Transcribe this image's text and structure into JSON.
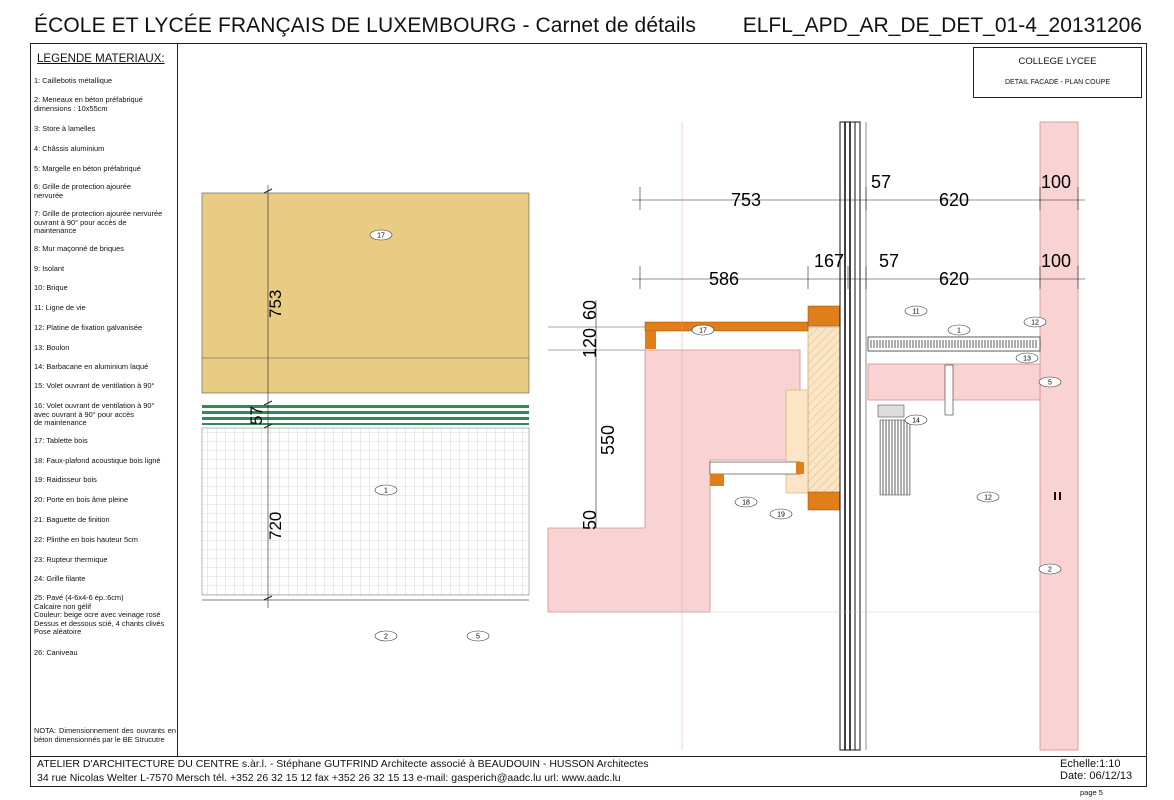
{
  "header": {
    "title": "ÉCOLE ET LYCÉE FRANÇAIS DE LUXEMBOURG - Carnet de détails",
    "code": "ELFL_APD_AR_DE_DET_01-4_20131206"
  },
  "info_box": {
    "line1": "COLLEGE LYCEE",
    "line2": "DETAIL FACADE - PLAN COUPE"
  },
  "legend": {
    "title": "LEGENDE MATERIAUX:",
    "items": [
      "1:  Caillebotis métallique",
      "2:  Meneaux en béton préfabriqué\n       dimensions : 10x55cm",
      "3:  Store à lamelles",
      "4:  Châssis aluminium",
      "5:  Margelle en béton préfabriqué",
      "6:  Grille de protection ajourée\n       nervurée",
      "7:  Grille de protection ajourée nervurée\n       ouvrant à 90° pour accès de\n       maintenance",
      "8:  Mur maçonné de briques",
      "9:  Isolant",
      "10:  Brique",
      "11:  Ligne de vie",
      "12:  Platine de fixation galvanisée",
      "13:  Boulon",
      "14:  Barbacane en aluminium laqué",
      "15:  Volet ouvrant de ventilation à 90°",
      "16:  Volet ouvrant de ventilation à 90°\n       avec ouvrant à 90° pour accès\n       de maintenance",
      "17:  Tablette bois",
      "18:  Faux-plafond acoustique bois ligné",
      "19:  Raidisseur bois",
      "20:  Porte en bois âme pleine",
      "21:  Baguette de finition",
      "22:  Plinthe en bois hauteur 5cm",
      "23:  Rupteur thermique",
      "24:  Grille filante",
      "25:  Pavé (4-6x4-6 ép.:6cm)\nCalcaire non gélif\nCouleur: beige ocre avec veinage rosé\nDessus et dessous scié, 4 chants clivés\nPose aléatoire",
      "26:  Caniveau"
    ],
    "note": "NOTA: Dimensionnement des ouvrants en béton dimensionnés par le BE Strucutre"
  },
  "footer": {
    "line1": "ATELIER D'ARCHITECTURE DU CENTRE s.àr.l. - Stéphane GUTFRIND Architecte associé à BEAUDOUIN - HUSSON Architectes",
    "line2": "34 rue Nicolas Welter   L-7570 Mersch   tél. +352 26 32 15 12   fax +352 26 32 15 13   e-mail: gasperich@aadc.lu   url: www.aadc.lu",
    "scale": "Echelle:1:10",
    "date": "Date: 06/12/13",
    "page": "page 5"
  },
  "elevation": {
    "dim_top": "753",
    "dim_mid": "57",
    "dim_bottom": "720",
    "tags": [
      "17",
      "1",
      "2",
      "5"
    ]
  },
  "section": {
    "dims_row1": [
      "753",
      "57",
      "620",
      "100"
    ],
    "dims_row2": [
      "586",
      "167",
      "57",
      "620",
      "100"
    ],
    "dims_vertical": [
      "60",
      "120",
      "550",
      "50"
    ],
    "tags": [
      "17",
      "11",
      "1",
      "12",
      "13",
      "5",
      "14",
      "18",
      "19",
      "12",
      "2"
    ]
  },
  "colors": {
    "wood": "#e8cc83",
    "green": "#2e8b57",
    "pink": "#f9d3d3",
    "orange": "#e07e1a",
    "insulation": "#fbe5c4"
  }
}
